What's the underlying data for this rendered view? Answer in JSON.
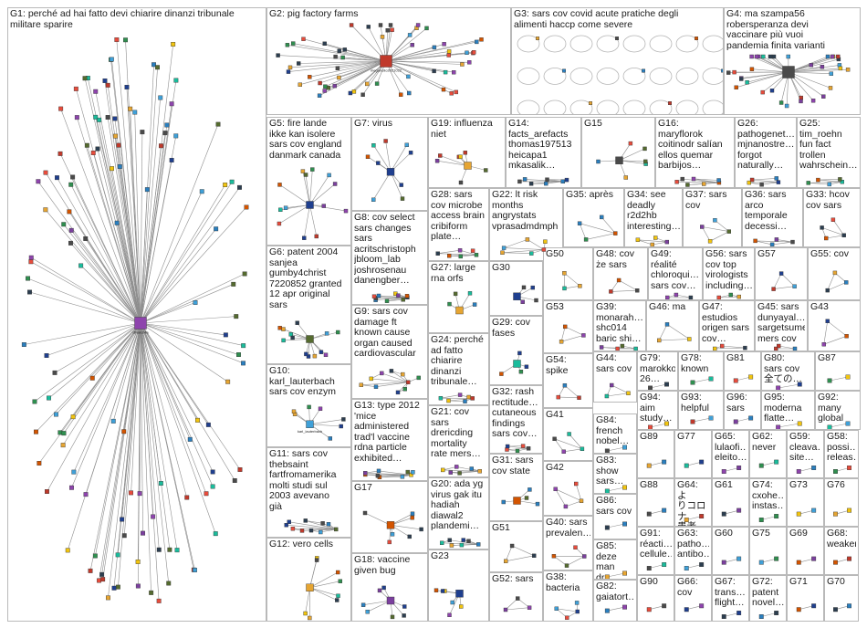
{
  "title": "NodeXL network graph: sars cov",
  "colors": {
    "edge": "#8e8e8e",
    "edge_light": "#b5b5b5",
    "panel_border": "#b9b9b9",
    "node_palette": [
      "#1f3f8f",
      "#3fa0d8",
      "#2f8f4f",
      "#c0392b",
      "#e6a532",
      "#7b3f9e",
      "#2a7fbf",
      "#556b2f",
      "#d35400",
      "#4a4a4a",
      "#1abc9c",
      "#8e44ad",
      "#e74c3c",
      "#2c3e50",
      "#f1c40f"
    ]
  },
  "groups": [
    {
      "label": "G1: perché ad hai fatto devi chiarire dinanzi tribunale\nmilitare sparire",
      "layout": "hub",
      "nodes": 130,
      "hub": "dinanzi4a"
    },
    {
      "label": "G2: pig factory farms",
      "layout": "hub",
      "nodes": 60,
      "hub": "meganelio2021022"
    },
    {
      "label": "G3: sars cov covid acute pratiche degli\nalimenti haccp come severe",
      "layout": "circles",
      "nodes": 40
    },
    {
      "label": "G4: ma szampa56\nrobersperanza devi\nvaccinare più vuoi\npandemia finita varianti",
      "layout": "hub",
      "nodes": 35,
      "hub": ""
    },
    {
      "label": "G5: fire lande\nikke kan isolere\nsars cov england\ndanmark canada",
      "layout": "hub",
      "nodes": 14,
      "hub": ""
    },
    {
      "label": "G6: patent 2004\nsanjea\ngumby4christ\n7220852 granted\n12 apr original\nsars",
      "layout": "hub",
      "nodes": 14,
      "hub": ""
    },
    {
      "label": "G7: virus",
      "layout": "hub",
      "nodes": 10,
      "hub": ""
    },
    {
      "label": "G8: cov select\nsars changes\nsars\nacritschristoph\njbloom_lab\njoshrosenau\ndanengber…",
      "layout": "cluster",
      "nodes": 10
    },
    {
      "label": "G9: sars cov\ndamage ft\nknown cause\norgan caused\ncardiovascular",
      "layout": "cluster",
      "nodes": 10
    },
    {
      "label": "G10:\nkarl_lauterbach\nsars cov enzym",
      "layout": "hub",
      "nodes": 8,
      "hub": "karl_lauterbach"
    },
    {
      "label": "G11: sars cov\nthebsaint\nfartfromamerika\nmolti studi sul\n2003 avevano\ngià",
      "layout": "cluster",
      "nodes": 10
    },
    {
      "label": "G12: vero cells",
      "layout": "hub",
      "nodes": 9,
      "hub": ""
    },
    {
      "label": "G13: type 2012\n'mice\nadministered\ntrad'l vaccine\nrdna particle\nexhibited…",
      "layout": "cluster",
      "nodes": 9
    },
    {
      "label": "G14:\nfacts_arefacts\nthomas197513\nheicapa1\nmkasalik…",
      "layout": "cluster",
      "nodes": 7
    },
    {
      "label": "G15",
      "layout": "hub",
      "nodes": 7,
      "hub": ""
    },
    {
      "label": "G16:\nmaryflorok\ncoitinodr salían\nellos quemar\nbarbijos…",
      "layout": "cluster",
      "nodes": 7
    },
    {
      "label": "G17",
      "layout": "hub",
      "nodes": 8,
      "hub": ""
    },
    {
      "label": "G18: vaccine\ngiven bug",
      "layout": "hub",
      "nodes": 8,
      "hub": ""
    },
    {
      "label": "G19: influenza\nniet",
      "layout": "hub",
      "nodes": 8,
      "hub": ""
    },
    {
      "label": "G20: ada yg\nvirus gak itu\nhadiah\ndiawal2\nplandemi…",
      "layout": "cluster",
      "nodes": 7
    },
    {
      "label": "G21: cov\nsars\ndrericding\nmortality\nrate mers…",
      "layout": "cluster",
      "nodes": 6
    },
    {
      "label": "G22: lt risk\nmonths\nangrystats\nvprasadmdmph",
      "layout": "cluster",
      "nodes": 6
    },
    {
      "label": "G23",
      "layout": "hub",
      "nodes": 7,
      "hub": ""
    },
    {
      "label": "G24: perché\nad fatto\nchiarire\ndinanzi\ntribunale…",
      "layout": "cluster",
      "nodes": 6
    },
    {
      "label": "G25:\ntim_roehn\nfun fact\ntrollen\nwahrschein…",
      "layout": "cluster",
      "nodes": 5
    },
    {
      "label": "G26:\npathogenet…\nmjnanostre…\nforgot\nnaturally…",
      "layout": "cluster",
      "nodes": 5
    },
    {
      "label": "G27: large\nrna orfs",
      "layout": "hub",
      "nodes": 5,
      "hub": ""
    },
    {
      "label": "G28: sars\ncov microbe\naccess brain\ncribiform\nplate…",
      "layout": "cluster",
      "nodes": 6
    },
    {
      "label": "G29: cov\nfases",
      "layout": "hub",
      "nodes": 5,
      "hub": ""
    },
    {
      "label": "G30",
      "layout": "hub",
      "nodes": 5,
      "hub": ""
    },
    {
      "label": "G31: sars\ncov state",
      "layout": "hub",
      "nodes": 5,
      "hub": ""
    },
    {
      "label": "G32: rash\nrectitude…\ncutaneous\nfindings\nsars cov…",
      "layout": "cluster",
      "nodes": 5
    },
    {
      "label": "G33: hcov\ncov sars",
      "layout": "cluster",
      "nodes": 4
    },
    {
      "label": "G34: see\ndeadly\nr2d2hb\ninteresting…",
      "layout": "cluster",
      "nodes": 4
    },
    {
      "label": "G35: après",
      "layout": "cluster",
      "nodes": 4
    },
    {
      "label": "G36: sars\narco\ntemporale\ndecessi…",
      "layout": "cluster",
      "nodes": 4
    },
    {
      "label": "G37: sars\ncov",
      "layout": "cluster",
      "nodes": 4
    },
    {
      "label": "G38:\nbacteria",
      "layout": "cluster",
      "nodes": 4
    },
    {
      "label": "G39:\nmonarah…\nshc014\nbaric shi…",
      "layout": "cluster",
      "nodes": 4
    },
    {
      "label": "G40: sars\nprevalen…",
      "layout": "cluster",
      "nodes": 4
    },
    {
      "label": "G41",
      "layout": "cluster",
      "nodes": 4
    },
    {
      "label": "G42",
      "layout": "cluster",
      "nodes": 4
    },
    {
      "label": "G43",
      "layout": "cluster",
      "nodes": 3
    },
    {
      "label": "G44:\nsars cov",
      "layout": "cluster",
      "nodes": 3
    },
    {
      "label": "G45: sars\ndunyayal…\nsargetsumei…\nmers cov",
      "layout": "cluster",
      "nodes": 3
    },
    {
      "label": "G46: ma",
      "layout": "cluster",
      "nodes": 3
    },
    {
      "label": "G47:\nestudios\norigen sars\ncov…",
      "layout": "cluster",
      "nodes": 3
    },
    {
      "label": "G48: cov\nże sars",
      "layout": "cluster",
      "nodes": 3
    },
    {
      "label": "G49:\nréalité\nchloroqui…\nsars cov…",
      "layout": "cluster",
      "nodes": 3
    },
    {
      "label": "G50",
      "layout": "cluster",
      "nodes": 3
    },
    {
      "label": "G51",
      "layout": "cluster",
      "nodes": 3
    },
    {
      "label": "G52: sars",
      "layout": "cluster",
      "nodes": 3
    },
    {
      "label": "G53",
      "layout": "cluster",
      "nodes": 3
    },
    {
      "label": "G54:\nspike",
      "layout": "cluster",
      "nodes": 3
    },
    {
      "label": "G55: cov",
      "layout": "cluster",
      "nodes": 3
    },
    {
      "label": "G56: sars\ncov top\nvirologists\nincluding…",
      "layout": "cluster",
      "nodes": 3
    },
    {
      "label": "G57",
      "layout": "cluster",
      "nodes": 3
    },
    {
      "label": "G58:\npossi…\nreleas…",
      "layout": "pair",
      "nodes": 2
    },
    {
      "label": "G59:\ncleava…\nsite…",
      "layout": "pair",
      "nodes": 2
    },
    {
      "label": "G60",
      "layout": "pair",
      "nodes": 2
    },
    {
      "label": "G61",
      "layout": "pair",
      "nodes": 2
    },
    {
      "label": "G62:\nnever",
      "layout": "pair",
      "nodes": 2
    },
    {
      "label": "G63:\npatho…\nantibo…",
      "layout": "pair",
      "nodes": 2
    },
    {
      "label": "G64: よ\nりコロナ\n患者…",
      "layout": "pair",
      "nodes": 2
    },
    {
      "label": "G65:\nlulaofi…\neleito…",
      "layout": "pair",
      "nodes": 2
    },
    {
      "label": "G66:\ncov",
      "layout": "pair",
      "nodes": 2
    },
    {
      "label": "G67:\ntrans…\nflight…",
      "layout": "pair",
      "nodes": 2
    },
    {
      "label": "G68:\nweaker",
      "layout": "pair",
      "nodes": 2
    },
    {
      "label": "G69",
      "layout": "pair",
      "nodes": 2
    },
    {
      "label": "G70",
      "layout": "pair",
      "nodes": 2
    },
    {
      "label": "G71",
      "layout": "pair",
      "nodes": 2
    },
    {
      "label": "G72:\npatent\nnovel…",
      "layout": "pair",
      "nodes": 2
    },
    {
      "label": "G73",
      "layout": "pair",
      "nodes": 2
    },
    {
      "label": "G74:\ncxohe…\ninstas…",
      "layout": "pair",
      "nodes": 2
    },
    {
      "label": "G75",
      "layout": "pair",
      "nodes": 2
    },
    {
      "label": "G76",
      "layout": "pair",
      "nodes": 2
    },
    {
      "label": "G77",
      "layout": "pair",
      "nodes": 2
    },
    {
      "label": "G78:\nknown",
      "layout": "pair",
      "nodes": 2
    },
    {
      "label": "G79:\nmarokko\n26…",
      "layout": "pair",
      "nodes": 2
    },
    {
      "label": "G80:\nsars cov\n全ての…",
      "layout": "pair",
      "nodes": 2
    },
    {
      "label": "G81",
      "layout": "pair",
      "nodes": 2
    },
    {
      "label": "G82:\ngaiatort…",
      "layout": "pair",
      "nodes": 2
    },
    {
      "label": "G83:\nshow\nsars…",
      "layout": "pair",
      "nodes": 2
    },
    {
      "label": "G84:\nfrench\nnobel…",
      "layout": "pair",
      "nodes": 2
    },
    {
      "label": "G85:\ndeze\nman dr…",
      "layout": "pair",
      "nodes": 2
    },
    {
      "label": "G86:\nsars cov",
      "layout": "pair",
      "nodes": 2
    },
    {
      "label": "G87",
      "layout": "pair",
      "nodes": 2
    },
    {
      "label": "G88",
      "layout": "pair",
      "nodes": 2
    },
    {
      "label": "G89",
      "layout": "pair",
      "nodes": 2
    },
    {
      "label": "G90",
      "layout": "pair",
      "nodes": 2
    },
    {
      "label": "G91:\nréacti…\ncellule…",
      "layout": "pair",
      "nodes": 2
    },
    {
      "label": "G92:\nmany\nglobal",
      "layout": "pair",
      "nodes": 2
    },
    {
      "label": "G93:\nhelpful",
      "layout": "pair",
      "nodes": 2
    },
    {
      "label": "G94:\naim\nstudy…",
      "layout": "pair",
      "nodes": 2
    },
    {
      "label": "G95:\nmoderna\nflatte…",
      "layout": "pair",
      "nodes": 2
    },
    {
      "label": "G96:\nsars",
      "layout": "pair",
      "nodes": 2
    }
  ]
}
